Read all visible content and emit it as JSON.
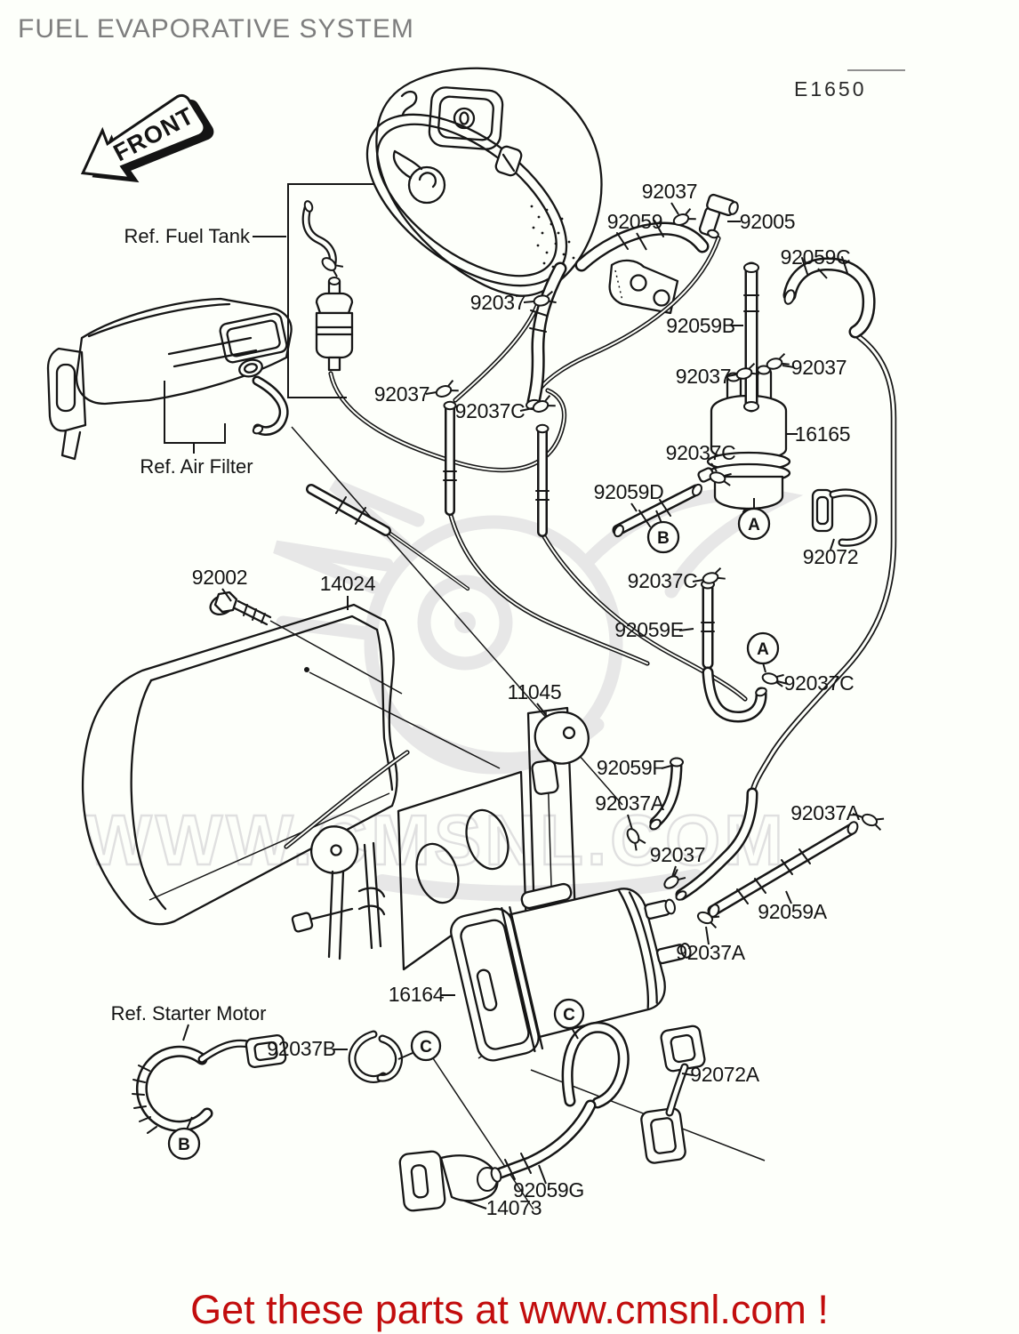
{
  "page": {
    "title": "FUEL EVAPORATIVE SYSTEM",
    "diagram_code": "E1650",
    "front_arrow_text": "FRONT",
    "watermark_text": "WWW.CMSNL.COM",
    "banner_text": "Get these parts at www.cmsnl.com !",
    "colors": {
      "background": "#fdfffa",
      "line": "#161616",
      "title_gray": "#7e7e7e",
      "banner_red": "#c20d0d",
      "watermark_gray": "#e0e0e0"
    }
  },
  "ref_labels": {
    "fuel_tank": "Ref. Fuel Tank",
    "air_filter": "Ref. Air Filter",
    "starter_motor": "Ref. Starter Motor"
  },
  "part_labels": {
    "tank_top_clamp": "92037",
    "hose_92059": "92059",
    "fitting_92005": "92005",
    "hose_92059c": "92059C",
    "tank_bottom_clamp": "92037",
    "hose_92059b": "92059B",
    "filter_clamp_left": "92037",
    "filter_clamp_right": "92037",
    "separator_16165": "16165",
    "separator_side_clamp": "92037C",
    "pipe_clamp_92037": "92037",
    "pipe_clamp_92037c": "92037C",
    "hose_92059d": "92059D",
    "bracket_92072": "92072",
    "bolt_92002": "92002",
    "cover_14024": "14024",
    "elbow_clamp_92037c": "92037C",
    "hose_92059e": "92059E",
    "lower_clamp_92037c": "92037C",
    "bracket_11045": "11045",
    "hose_92059f": "92059F",
    "clamp_92037a_left": "92037A",
    "clamp_92037a_right": "92037A",
    "canister_clamp_92037": "92037",
    "hose_92059a": "92059A",
    "clamp_92037a_bottom": "92037A",
    "canister_16164": "16164",
    "clip_92037b": "92037B",
    "strap_92072a": "92072A",
    "hose_92059g": "92059G",
    "joint_14073": "14073"
  },
  "circled_refs": {
    "a_separator": "A",
    "b_hose_d": "B",
    "a_mid": "A",
    "c_hose_g": "C",
    "c_clip": "C",
    "b_ring": "B"
  }
}
